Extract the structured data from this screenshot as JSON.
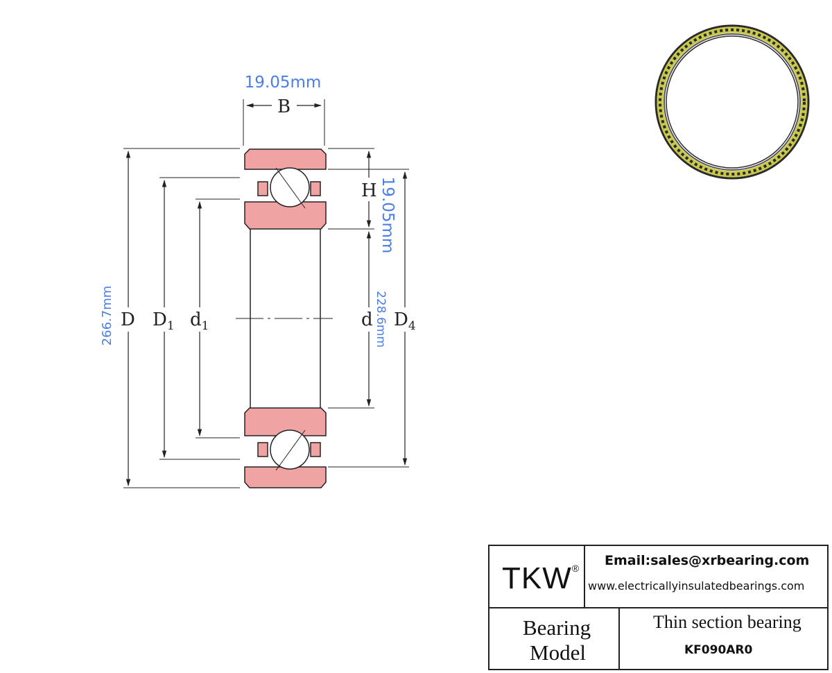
{
  "drawing": {
    "dimensions": {
      "width_B": "19.05mm",
      "height_H": "19.05mm",
      "outer_D": "266.7mm",
      "inner_d": "228.6mm"
    },
    "symbols": {
      "B": "B",
      "H": "H",
      "D": "D",
      "D1": "D",
      "D1_sub": "1",
      "d1": "d",
      "d1_sub": "1",
      "d": "d",
      "D4": "D",
      "D4_sub": "4"
    }
  },
  "title_block": {
    "brand": "TKW",
    "registered_mark": "®",
    "email": "Email:sales@xrbearing.com",
    "website": "www.electricallyinsulatedbearings.com",
    "label_line1": "Bearing",
    "label_line2": "Model",
    "bearing_type": "Thin section bearing",
    "model": "KF090AR0"
  },
  "colors": {
    "ring_fill": "#f0a3a3",
    "dimension_blue": "#4a7de8",
    "line": "#222222"
  }
}
